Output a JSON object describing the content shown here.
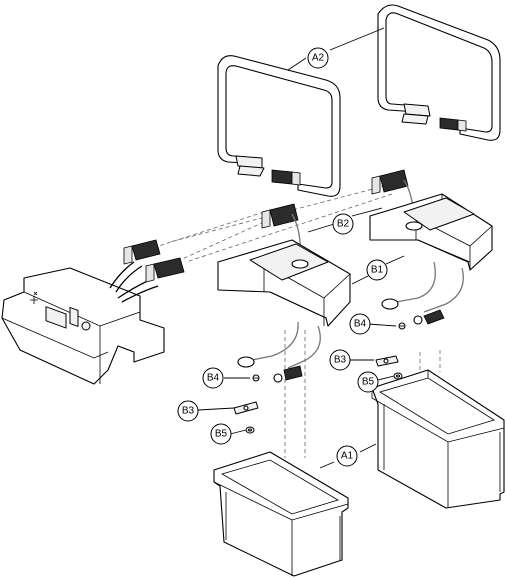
{
  "callouts": {
    "a1": "A1",
    "a2": "A2",
    "b1": "B1",
    "b2": "B2",
    "b3_upper": "B3",
    "b3_lower": "B3",
    "b4_upper": "B4",
    "b4_lower": "B4",
    "b5_upper": "B5",
    "b5_lower": "B5"
  }
}
